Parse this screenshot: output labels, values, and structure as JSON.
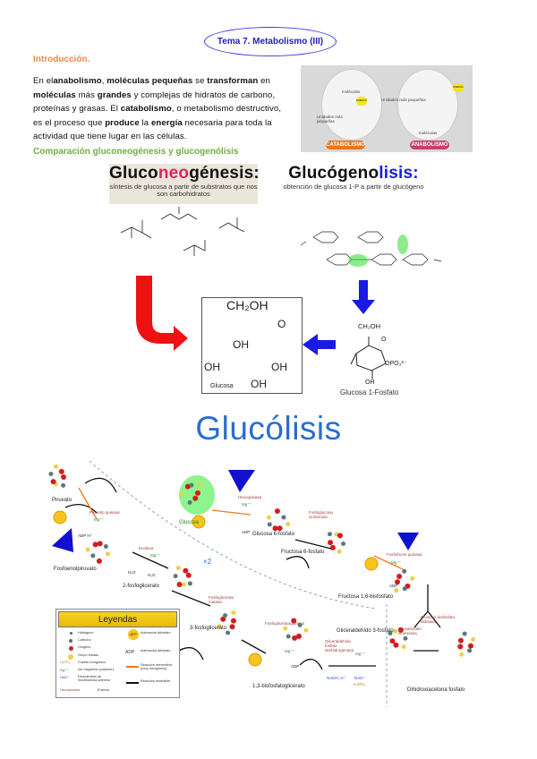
{
  "header": {
    "title": "Tema 7. Metabolismo (III)"
  },
  "intro": {
    "heading": "Introducción.",
    "paragraph": [
      {
        "t": "En el",
        "b": false
      },
      {
        "t": "anabolismo",
        "b": true
      },
      {
        "t": ", ",
        "b": false
      },
      {
        "t": "moléculas pequeñas",
        "b": true
      },
      {
        "t": " se ",
        "b": false
      },
      {
        "t": "transforman",
        "b": true
      },
      {
        "t": " en ",
        "b": false
      },
      {
        "t": "moléculas",
        "b": true
      },
      {
        "t": " más ",
        "b": false
      },
      {
        "t": "grandes",
        "b": true
      },
      {
        "t": " y complejas de hidratos de carbono, proteínas y grasas. El ",
        "b": false
      },
      {
        "t": "catabolismo",
        "b": true
      },
      {
        "t": ", o metabolismo destructivo, es el proceso que ",
        "b": false
      },
      {
        "t": "produce",
        "b": true
      },
      {
        "t": " la ",
        "b": false
      },
      {
        "t": "energía",
        "b": true
      },
      {
        "t": " necesaria para toda la actividad que tiene lugar en las células.",
        "b": false
      }
    ],
    "figure": {
      "catabolismo": "CATABOLISMO",
      "anabolismo": "ANABOLISMO",
      "moleculas": "moléculas",
      "unidades": "Unidades más pequeñas",
      "energia": "ENERGÍA"
    }
  },
  "comparison": {
    "heading": "Comparación gluconeogénesis y glucogenólisis",
    "neo": {
      "t1": "Gluco",
      "t2": "neo",
      "t3": "génesis:",
      "sub": "síntesis de glucosa a partir de substratos que nos son carbohidratos"
    },
    "lisis": {
      "t1": "Glucógeno",
      "t2": "lisis:",
      "sub": "obtención de glucosa 1-P a partir de glucógeno"
    },
    "glucosa": "Glucosa",
    "glucosa1p": "Glucosa 1-Fosfato",
    "ch2oh": "CH₂OH",
    "oh": "OH",
    "o": "O",
    "opo3": "OPO₃²⁻",
    "colors": {
      "red_arrow": "#ee1111",
      "blue_arrow": "#1a1ae6",
      "neo": "#e0245e",
      "lisis": "#1a1ae6"
    }
  },
  "glycolysis": {
    "title": "Glucólisis",
    "metabolites": [
      "Glucosa",
      "Glucosa 6-fosfato",
      "Fructosa 6-fosfato",
      "Fructosa 1,6-bisfosfato",
      "Gliceraldehído 3-fosfato",
      "Dihidroxiacetona fosfato",
      "1,3-bisfosfatoglicerato",
      "3-fosfoglicerato",
      "2-fosfoglicerato",
      "Fosfoenolpiruvato",
      "Piruvato"
    ],
    "enzymes": [
      "Hexoquinasa",
      "Fosfoglucosa isomerasa",
      "Fosfofructo quinasa",
      "Fructosa bisfosfato aldolasa",
      "Triosafosfato isomerasa",
      "Gliceraldehído fosfato deshidrogenasa",
      "Fosfogliceratoquinasa",
      "Fosfoglicerato mutasa",
      "Enolasa",
      "Piruvato quinasa"
    ],
    "cofactors": {
      "mg": "Mg⁺⁺",
      "atp": "ATP",
      "adp": "ADP",
      "h2o": "H₂O",
      "nadh": "NADH, H⁺",
      "nad": "NAD⁺",
      "pi": "H₃PO₄",
      "adp_h": "ADP H⁺",
      "x2": "×2"
    },
    "legend": {
      "title": "Leyendas",
      "items": [
        "Hidrógeno",
        "Carbono",
        "Oxígeno",
        "Grupo fosfato",
        "Fosfato inorgánico",
        "Ion magnesio (cofactor)",
        "Dinucleótido de nicotinamida adenina",
        "Enzima",
        "Adenosina trifosfato",
        "Adenosina difosfato",
        "Reacción irreversible (muy exergónica)",
        "Reacción reversible"
      ],
      "samples": {
        "pi": "H₃PO₄",
        "mg": "Mg⁺⁺",
        "nad": "NAD⁺",
        "enz": "Hexoquinasa",
        "adp": "ADP",
        "atp": "ATP",
        "p": "P"
      }
    }
  }
}
